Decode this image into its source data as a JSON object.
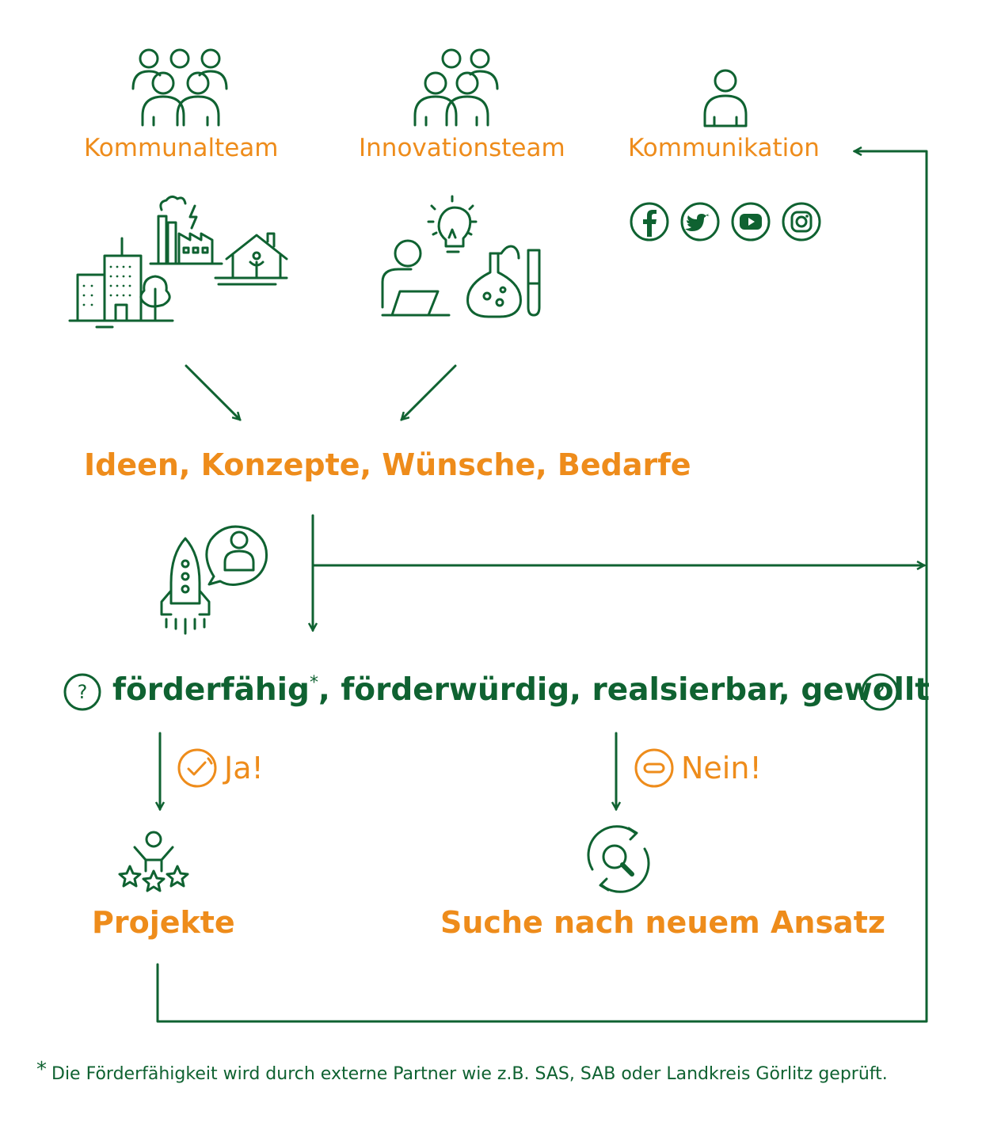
{
  "teams": [
    {
      "label": "Kommunalteam",
      "icon": "people-group-icon"
    },
    {
      "label": "Innovationsteam",
      "icon": "people-group-icon"
    },
    {
      "label": "Kommunikation",
      "icon": "person-icon"
    }
  ],
  "social_icons": [
    "facebook-icon",
    "twitter-icon",
    "youtube-icon",
    "instagram-icon"
  ],
  "ideas_label": "Ideen, Konzepte, Wünsche, Bedarfe",
  "question": {
    "text": "förderfähig",
    "asterisk": "*",
    "rest": ", förderwürdig, realsierbar, gewollt",
    "mark": "?"
  },
  "yes_label": "Ja!",
  "no_label": "Nein!",
  "projects_label": "Projekte",
  "search_label": "Suche nach neuem Ansatz",
  "footnote": {
    "mark": "*",
    "text": "Die Förderfähigkeit wird durch externe Partner wie z.B. SAS, SAB oder Landkreis Görlitz geprüft."
  },
  "colors": {
    "green": "#0f6231",
    "orange": "#ee8c1b"
  }
}
